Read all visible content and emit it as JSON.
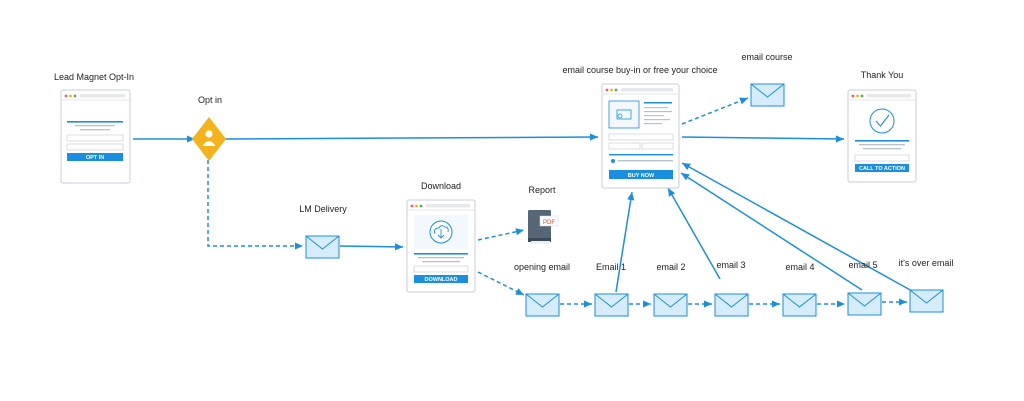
{
  "labels": {
    "lead_magnet": "Lead Magnet Opt-In",
    "opt_in": "Opt in",
    "lm_delivery": "LM Delivery",
    "download": "Download",
    "report": "Report",
    "buy_in": "email course buy-in or free your choice",
    "email_course": "email course",
    "thank_you": "Thank You",
    "opening_email": "opening email",
    "email_1": "Email 1",
    "email_2": "email 2",
    "email_3": "email 3",
    "email_4": "email 4",
    "email_5": "email 5",
    "over_email": "it's over email"
  },
  "buttons": {
    "opt_in": "OPT IN",
    "download": "DOWNLOAD",
    "buy_now": "BUY NOW",
    "cta": "CALL TO ACTION"
  },
  "pdf_tag": "PDF",
  "colors": {
    "arrow": "#1a8fe0",
    "accent": "#1a8fe0",
    "diamond": "#f5b31b",
    "envelope_fill": "#d6ecfa",
    "envelope_stroke": "#1a8fe0"
  }
}
